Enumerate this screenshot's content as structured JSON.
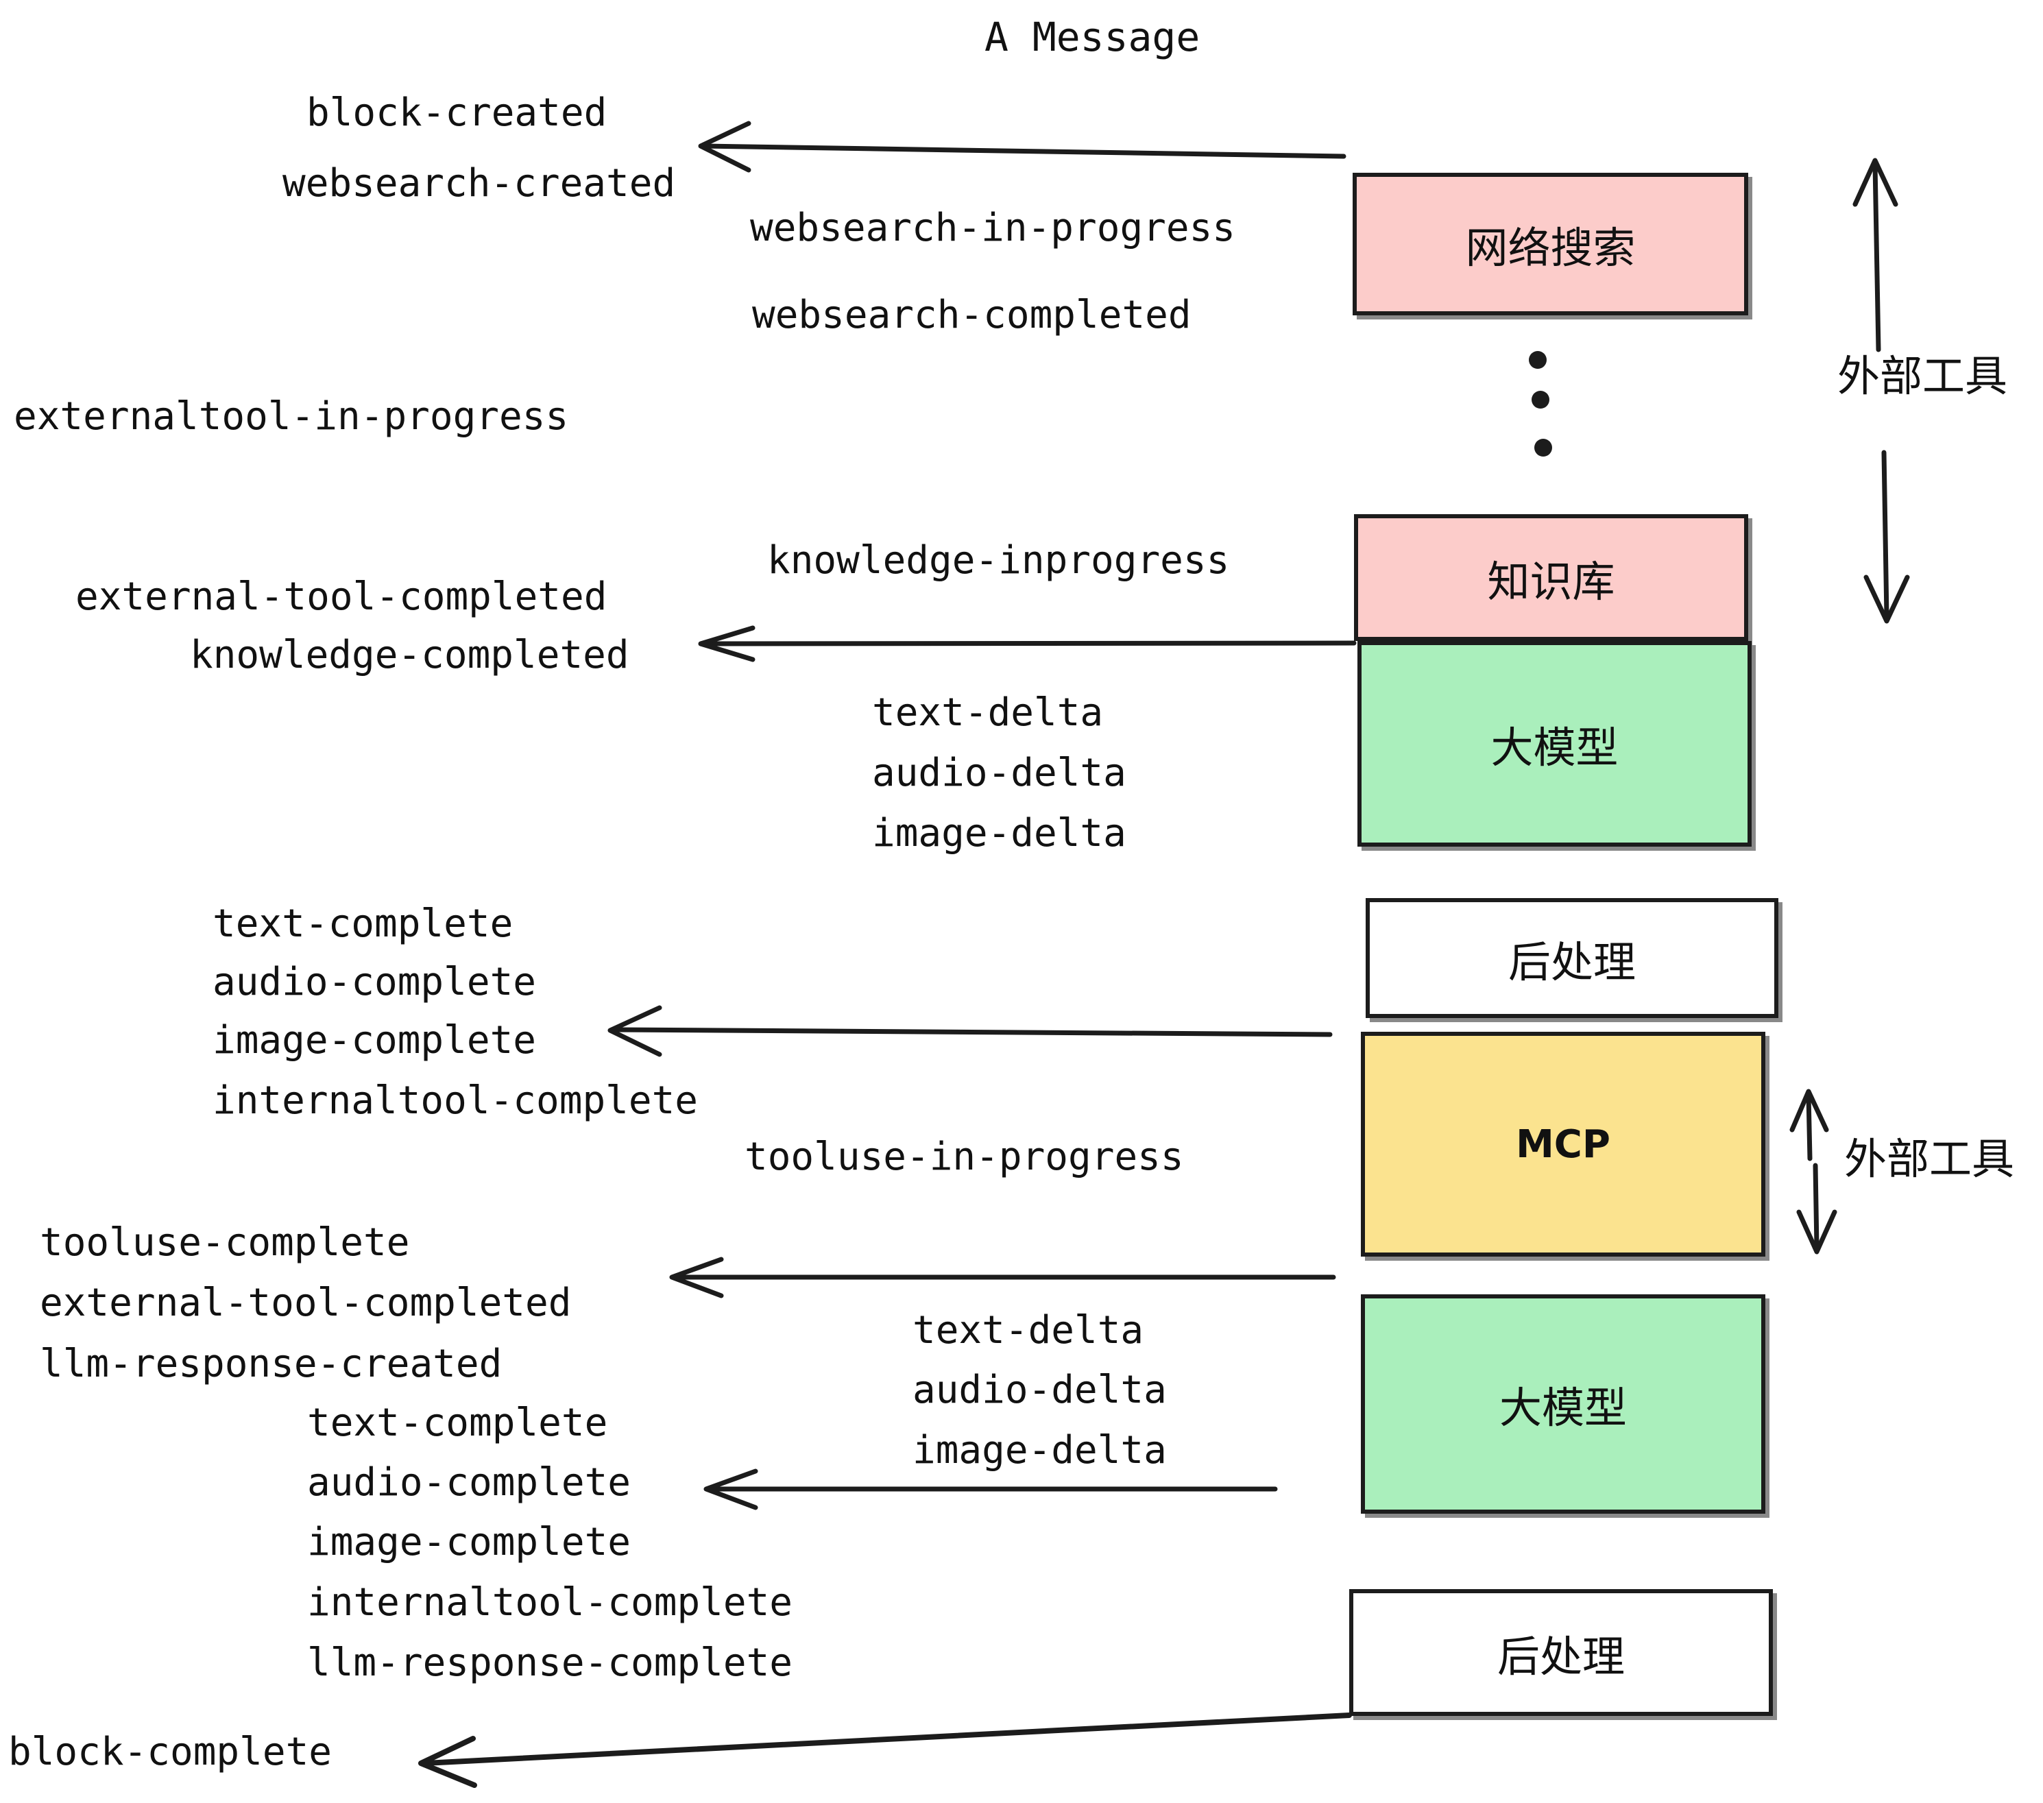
{
  "diagram": {
    "title": "A Message",
    "colors": {
      "pink": "#fcccca",
      "green": "#aaefbc",
      "yellow": "#fbe38f",
      "white": "#ffffff",
      "stroke": "#1c1c1c",
      "text": "#111111"
    },
    "boxes": [
      {
        "label": "网络搜索",
        "fill": "#fcccca"
      },
      {
        "label": "知识库",
        "fill": "#fcccca"
      },
      {
        "label": "大模型",
        "fill": "#aaefbc"
      },
      {
        "label": "后处理",
        "fill": "#ffffff"
      },
      {
        "label": "MCP",
        "fill": "#fbe38f"
      },
      {
        "label": "大模型",
        "fill": "#aaefbc"
      },
      {
        "label": "后处理",
        "fill": "#ffffff"
      }
    ],
    "side_labels": [
      {
        "text": "外部工具"
      },
      {
        "text": "外部工具"
      }
    ],
    "events": [
      {
        "text": "block-created"
      },
      {
        "text": "websearch-created"
      },
      {
        "text": "websearch-in-progress"
      },
      {
        "text": "websearch-completed"
      },
      {
        "text": "externaltool-in-progress"
      },
      {
        "text": "knowledge-inprogress"
      },
      {
        "text": "external-tool-completed"
      },
      {
        "text": "knowledge-completed"
      },
      {
        "text": "text-delta"
      },
      {
        "text": "audio-delta"
      },
      {
        "text": "image-delta"
      },
      {
        "text": "text-complete"
      },
      {
        "text": "audio-complete"
      },
      {
        "text": "image-complete"
      },
      {
        "text": "internaltool-complete"
      },
      {
        "text": "tooluse-in-progress"
      },
      {
        "text": "tooluse-complete"
      },
      {
        "text": "external-tool-completed"
      },
      {
        "text": "llm-response-created"
      },
      {
        "text": "text-complete"
      },
      {
        "text": "audio-complete"
      },
      {
        "text": "image-complete"
      },
      {
        "text": "internaltool-complete"
      },
      {
        "text": "llm-response-complete"
      },
      {
        "text": "text-delta"
      },
      {
        "text": "audio-delta"
      },
      {
        "text": "image-delta"
      },
      {
        "text": "block-complete"
      }
    ]
  }
}
